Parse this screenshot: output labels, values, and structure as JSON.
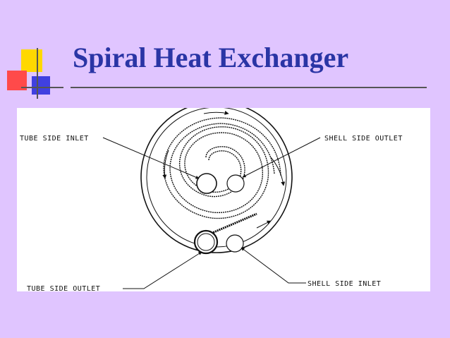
{
  "slide": {
    "title": "Spiral Heat Exchanger"
  },
  "diagram": {
    "labels": {
      "tube_side_inlet": "TUBE SIDE INLET",
      "shell_side_outlet": "SHELL SIDE OUTLET",
      "tube_side_outlet": "TUBE SIDE OUTLET",
      "shell_side_inlet": "SHELL SIDE INLET"
    },
    "colors": {
      "background": "#e0c5ff",
      "title": "#2a35a5",
      "logo_yellow": "#ffd800",
      "logo_red": "#ff4a4a",
      "logo_blue": "#4040e0"
    }
  }
}
